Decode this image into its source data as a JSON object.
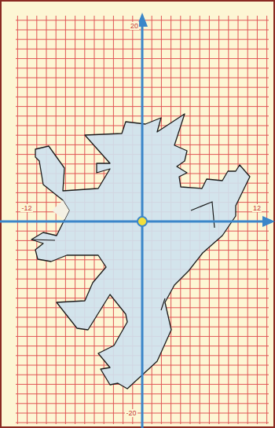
{
  "diagram": {
    "labels": [
      "20",
      "-12",
      "12",
      "-20"
    ]
  }
}
